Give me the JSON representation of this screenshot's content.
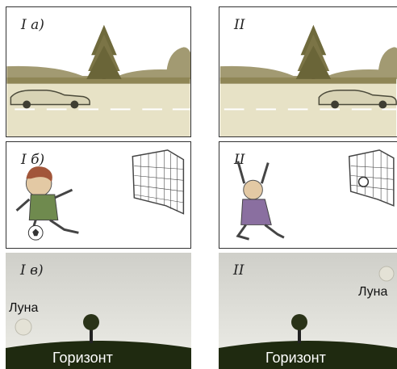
{
  "rows": [
    {
      "left_label": "I а)",
      "right_label": "II",
      "colors": {
        "road": "#e7e2c6",
        "ground": "#8f8656",
        "hill": "#a29a72"
      }
    },
    {
      "left_label": "I б)",
      "right_label": "II"
    },
    {
      "left_label": "I в)",
      "right_label": "II",
      "moon_label": "Луна",
      "horizon_label": "Горизонт",
      "colors": {
        "sky_top": "#cfcfc9",
        "sky_bottom": "#eeeee8",
        "hill": "#1f2a10"
      }
    }
  ]
}
